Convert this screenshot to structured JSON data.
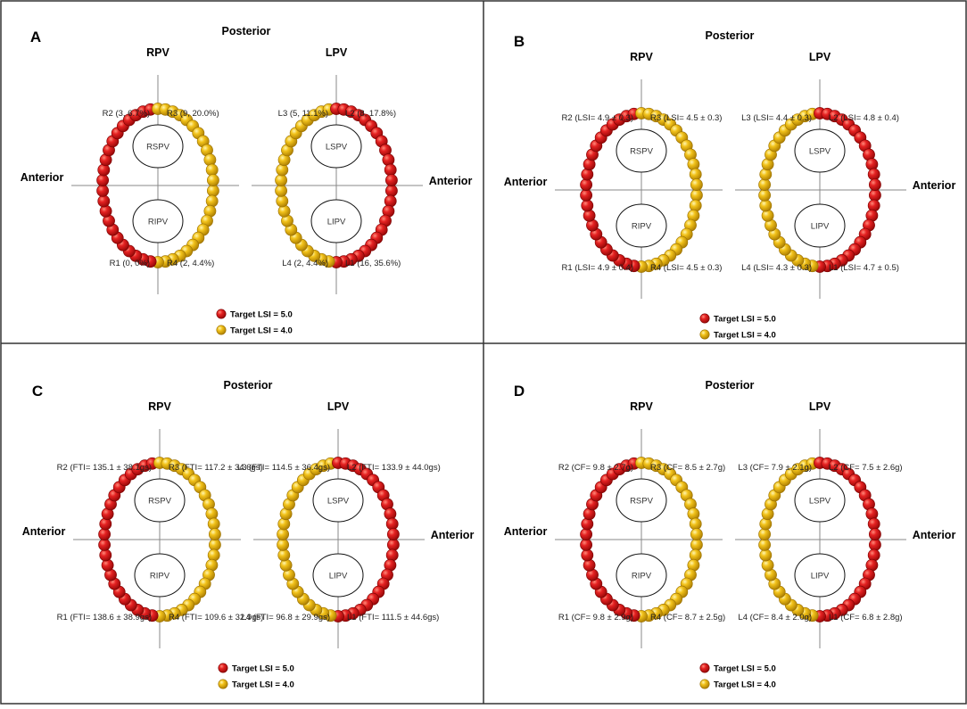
{
  "colors": {
    "red": "#d81414",
    "yellow": "#e8b612",
    "border": "#333333"
  },
  "panels": [
    {
      "letter": "A",
      "posterior": "Posterior",
      "anterior": "Anterior",
      "rpv": "RPV",
      "lpv": "LPV",
      "veins": [
        "RSPV",
        "RIPV",
        "LSPV",
        "LIPV"
      ],
      "labels": {
        "R2": "R2 (3, 6.7%)",
        "R3": "R3 (9, 20.0%)",
        "R1": "R1 (0, 0%)",
        "R4": "R4 (2, 4.4%)",
        "L3": "L3 (5, 11.1%)",
        "L2": "L2 (8, 17.8%)",
        "L4": "L4 (2, 4.4%)",
        "L1": "L1 (16, 35.6%)"
      },
      "legend": [
        "Target LSI = 5.0",
        "Target LSI = 4.0"
      ]
    },
    {
      "letter": "B",
      "posterior": "Posterior",
      "anterior": "Anterior",
      "rpv": "RPV",
      "lpv": "LPV",
      "veins": [
        "RSPV",
        "RIPV",
        "LSPV",
        "LIPV"
      ],
      "labels": {
        "R2": "R2 (LSI= 4.9 ± 0.3)",
        "R3": "R3 (LSI= 4.5 ± 0.3)",
        "R1": "R1 (LSI= 4.9 ± 0.4)",
        "R4": "R4 (LSI= 4.5 ± 0.3)",
        "L3": "L3 (LSI= 4.4 ± 0.3)",
        "L2": "L2 (LSI= 4.8 ± 0.4)",
        "L4": "L4 (LSI= 4.3 ± 0.3)",
        "L1": "L1 (LSI= 4.7 ± 0.5)"
      },
      "legend": [
        "Target LSI = 5.0",
        "Target LSI = 4.0"
      ]
    },
    {
      "letter": "C",
      "posterior": "Posterior",
      "anterior": "Anterior",
      "rpv": "RPV",
      "lpv": "LPV",
      "veins": [
        "RSPV",
        "RIPV",
        "LSPV",
        "LIPV"
      ],
      "labels": {
        "R2": "R2 (FTI= 135.1 ± 38.1gs)",
        "R3": "R3 (FTI= 117.2 ± 34.6gs)",
        "R1": "R1 (FTI= 138.6 ± 38.9gs)",
        "R4": "R4 (FTI= 109.6 ± 32.9gs)",
        "L3": "L3 (FTI= 114.5 ± 36.4gs)",
        "L2": "L2 (FTI= 133.9 ± 44.0gs)",
        "L4": "L4 (FTI= 96.8 ± 29.9gs)",
        "L1": "L1 (FTI= 111.5 ± 44.6gs)"
      },
      "legend": [
        "Target LSI = 5.0",
        "Target LSI = 4.0"
      ]
    },
    {
      "letter": "D",
      "posterior": "Posterior",
      "anterior": "Anterior",
      "rpv": "RPV",
      "lpv": "LPV",
      "veins": [
        "RSPV",
        "RIPV",
        "LSPV",
        "LIPV"
      ],
      "labels": {
        "R2": "R2 (CF= 9.8 ± 2.7g)",
        "R3": "R3 (CF= 8.5 ± 2.7g)",
        "R1": "R1 (CF= 9.8 ± 2.9g)",
        "R4": "R4 (CF= 8.7 ± 2.5g)",
        "L3": "L3 (CF= 7.9 ± 2.1g)",
        "L2": "L2 (CF= 7.5 ± 2.6g)",
        "L4": "L4 (CF= 8.4 ± 2.0g)",
        "L1": "L1 (CF= 6.8 ± 2.8g)"
      },
      "legend": [
        "Target LSI = 5.0",
        "Target LSI = 4.0"
      ]
    }
  ]
}
